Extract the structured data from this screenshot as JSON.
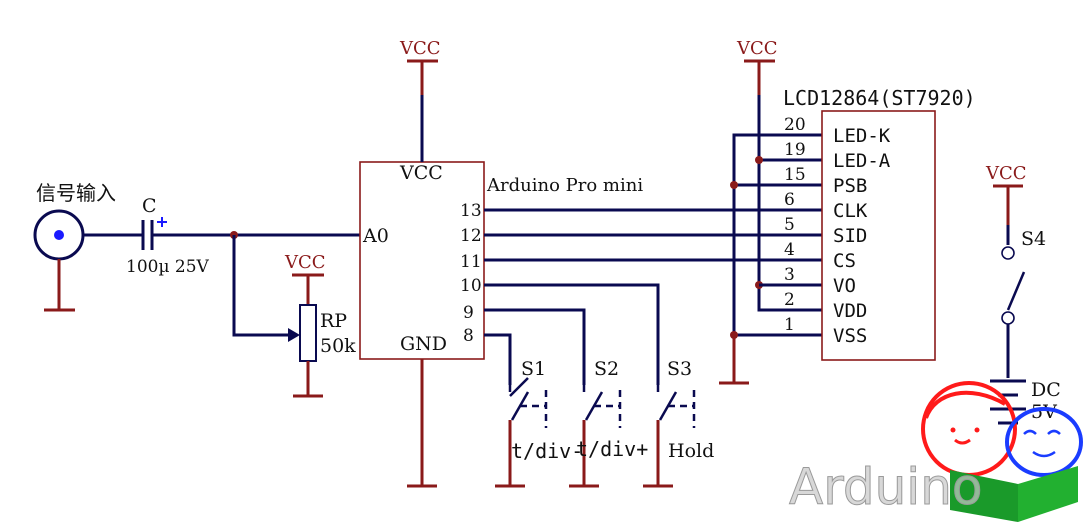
{
  "signal_input_label": "信号输入",
  "capacitor": {
    "name": "C",
    "value": "100µ 25V"
  },
  "potentiometer": {
    "name": "RP",
    "value": "50k"
  },
  "power_label": "VCC",
  "arduino": {
    "name": "Arduino Pro mini",
    "pin_vcc": "VCC",
    "pin_a0": "A0",
    "pin_gnd": "GND",
    "pins": [
      "13",
      "12",
      "11",
      "10",
      "9",
      "8"
    ]
  },
  "lcd": {
    "title": "LCD12864(ST7920)",
    "pins": [
      {
        "num": "20",
        "name": "LED-K"
      },
      {
        "num": "19",
        "name": "LED-A"
      },
      {
        "num": "15",
        "name": "PSB"
      },
      {
        "num": "6",
        "name": "CLK"
      },
      {
        "num": "5",
        "name": "SID"
      },
      {
        "num": "4",
        "name": "CS"
      },
      {
        "num": "3",
        "name": "VO"
      },
      {
        "num": "2",
        "name": "VDD"
      },
      {
        "num": "1",
        "name": "VSS"
      }
    ]
  },
  "switches": [
    {
      "name": "S1",
      "label": "t/div-"
    },
    {
      "name": "S2",
      "label": "t/div+"
    },
    {
      "name": "S3",
      "label": "Hold"
    }
  ],
  "power_switch": {
    "name": "S4"
  },
  "battery": {
    "name": "DC",
    "value": "5V"
  },
  "watermark": "Arduino",
  "colors": {
    "wire": "#0a0a50",
    "ground": "#8a1a1a",
    "junction": "#8a1a1a"
  }
}
